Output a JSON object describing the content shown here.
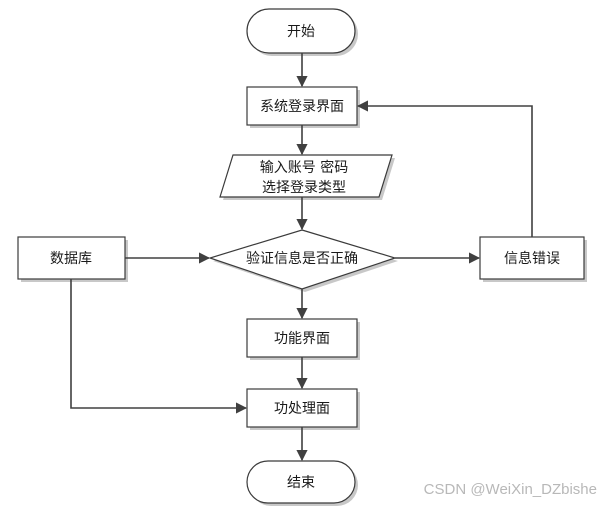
{
  "nodes": {
    "start": "开始",
    "login": "系统登录界面",
    "input_line1": "输入账号 密码",
    "input_line2": "选择登录类型",
    "database": "数据库",
    "verify": "验证信息是否正确",
    "error": "信息错误",
    "function": "功能界面",
    "process": "功处理面",
    "end": "结束"
  },
  "watermark": "CSDN @WeiXin_DZbishe"
}
